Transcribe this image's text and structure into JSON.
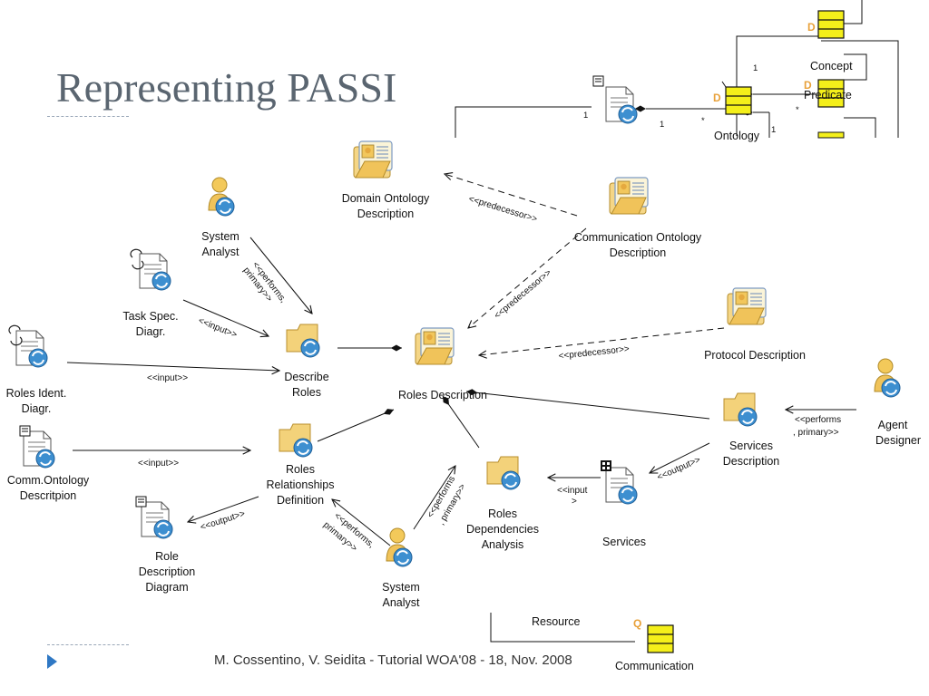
{
  "slide": {
    "title": "Representing PASSI",
    "footer": "M. Cossentino, V. Seidita - Tutorial WOA'08 - 18, Nov. 2008"
  },
  "inset_top": {
    "concept": "Concept",
    "predicate": "Predicate",
    "ontology": "Ontology",
    "d1": "D",
    "d2": "D",
    "d3": "D",
    "m1": "1",
    "m2": "1",
    "m3": "1",
    "m4": "1",
    "star1": "*",
    "star2": "*"
  },
  "inset_bottom": {
    "resource": "Resource",
    "communication": "Communication",
    "q": "Q"
  },
  "nodes": {
    "domain_ontology": [
      "Domain Ontology",
      "Description"
    ],
    "comm_ontology": [
      "Communication Ontology",
      "Description"
    ],
    "protocol": [
      "Protocol Description"
    ],
    "system_analyst_top": [
      "System",
      "Analyst"
    ],
    "task_spec": [
      "Task Spec.",
      "Diagr."
    ],
    "describe_roles": [
      "Describe",
      "Roles"
    ],
    "roles_description": [
      "Roles Description"
    ],
    "roles_ident": [
      "Roles Ident.",
      "Diagr."
    ],
    "comm_ontology_desc": [
      "Comm.Ontology",
      "Descritpion"
    ],
    "roles_relationships": [
      "Roles",
      "Relationships",
      "Definition"
    ],
    "role_description_diagram": [
      "Role",
      "Description",
      "Diagram"
    ],
    "system_analyst_bottom": [
      "System",
      "Analyst"
    ],
    "roles_dependencies": [
      "Roles",
      "Dependencies",
      "Analysis"
    ],
    "services": [
      "Services"
    ],
    "services_description": [
      "Services",
      "Description"
    ],
    "agent_designer": [
      "Agent",
      "Designer"
    ]
  },
  "edges": {
    "predecessor_1": "<<predecessor>>",
    "predecessor_2": "<<predecessor>>",
    "predecessor_3": "<<predecessor>>",
    "performs_top": [
      "<<performs,",
      "primary>>"
    ],
    "input_task": "<<input>>",
    "input_roles_ident": "<<input>>",
    "input_comm": "<<input>>",
    "output_role_diag": "<<output>>",
    "performs_bottom_left": [
      "<<performs,",
      "primary>>"
    ],
    "performs_bottom_right": [
      "<<performs",
      ", primary>>"
    ],
    "input_services": [
      "<<input",
      ">"
    ],
    "output_services": "<<output>>",
    "performs_agent": [
      "<<performs",
      ", primary>>"
    ]
  },
  "colors": {
    "title": "#5a6570",
    "footer_arrow": "#2f78c4",
    "class_yellow": "#f4ef1a",
    "folder_yellow": "#f3d27a",
    "doc_blue": "#3d8fd0",
    "d_orange": "#e8a13a"
  },
  "icons": [
    "folder-workproduct-icon",
    "document-icon",
    "actor-icon",
    "activity-icon",
    "class-icon"
  ]
}
